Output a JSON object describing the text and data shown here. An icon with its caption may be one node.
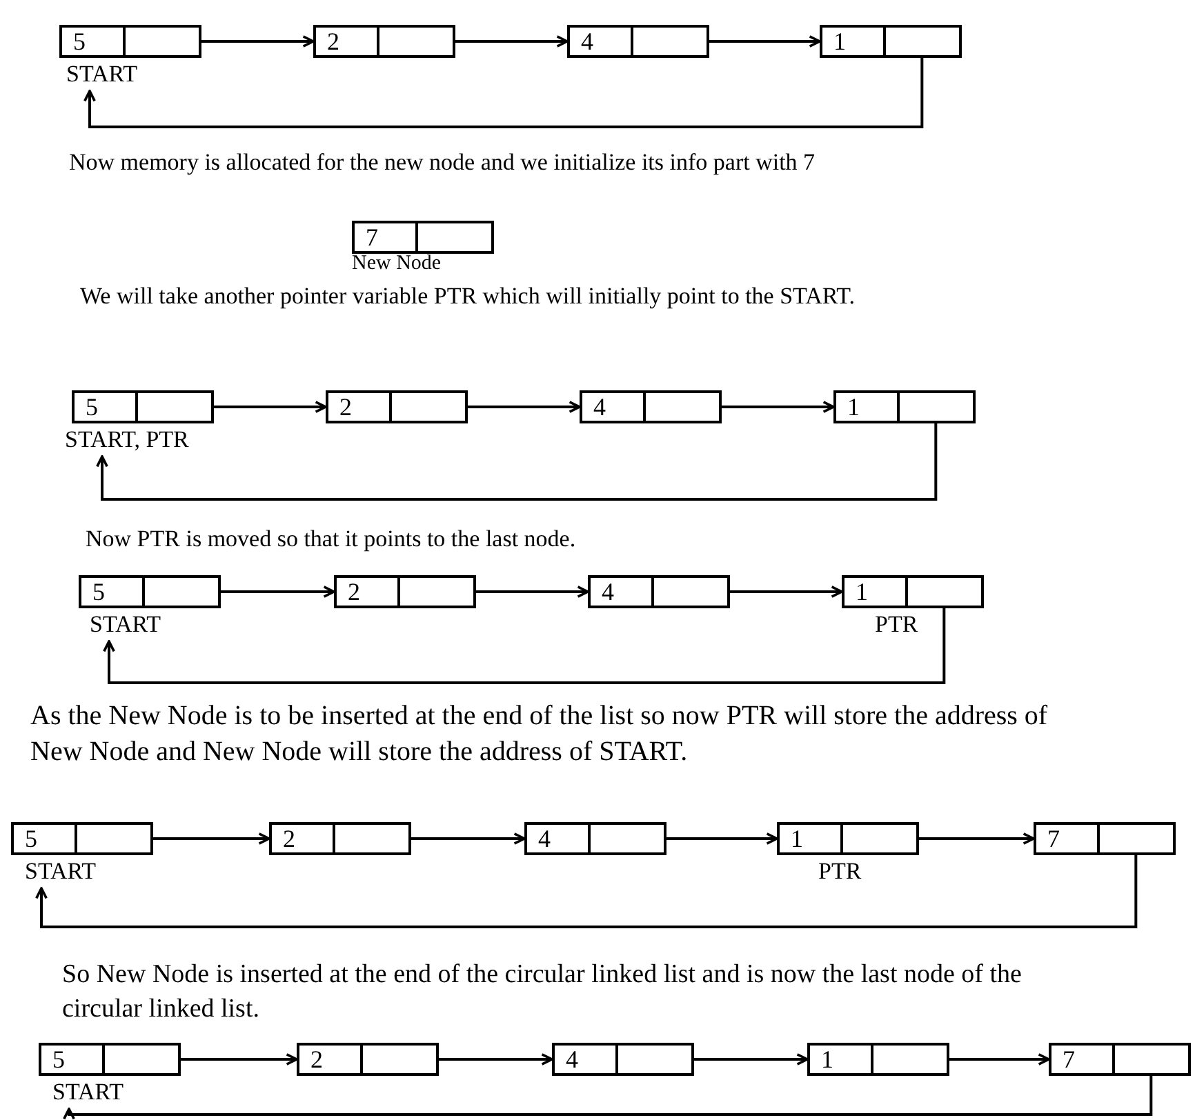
{
  "diagram": {
    "nodes": [
      {
        "text": [
          "5"
        ],
        "beside": [
          "START"
        ]
      },
      {
        "text": [
          "2"
        ]
      },
      {
        "text": [
          "4"
        ]
      },
      {
        "text": [
          "1"
        ]
      },
      {
        "text": [
          "7"
        ],
        "beside": [
          "New Node"
        ]
      },
      {
        "text": [
          "5"
        ],
        "beside": [
          "START, PTR"
        ]
      },
      {
        "text": [
          "2"
        ]
      },
      {
        "text": [
          "4"
        ]
      },
      {
        "text": [
          "1"
        ]
      },
      {
        "text": [
          "5"
        ],
        "beside": [
          "START"
        ]
      },
      {
        "text": [
          "2"
        ]
      },
      {
        "text": [
          "4"
        ]
      },
      {
        "text": [
          "1"
        ],
        "beside": [
          "PTR"
        ]
      },
      {
        "text": [
          "5"
        ],
        "beside": [
          "START"
        ]
      },
      {
        "text": [
          "2"
        ]
      },
      {
        "text": [
          "4"
        ]
      },
      {
        "text": [
          "1"
        ],
        "beside": [
          "PTR"
        ]
      },
      {
        "text": [
          "7"
        ]
      },
      {
        "text": [
          "5"
        ],
        "beside": [
          "START"
        ]
      },
      {
        "text": [
          "2"
        ]
      },
      {
        "text": [
          "4"
        ]
      },
      {
        "text": [
          "1"
        ]
      },
      {
        "text": [
          "7"
        ]
      }
    ],
    "edges": [
      {
        "from": 0,
        "to": 1,
        "arrow": "to"
      },
      {
        "from": 1,
        "to": 2,
        "arrow": "to"
      },
      {
        "from": 2,
        "to": 3,
        "arrow": "to"
      },
      {
        "from": 3,
        "to": 0,
        "arrow": "to"
      },
      {
        "from": 5,
        "to": 6,
        "arrow": "to"
      },
      {
        "from": 6,
        "to": 7,
        "arrow": "to"
      },
      {
        "from": 7,
        "to": 8,
        "arrow": "to"
      },
      {
        "from": 8,
        "to": 5,
        "arrow": "to"
      },
      {
        "from": 9,
        "to": 10,
        "arrow": "to"
      },
      {
        "from": 10,
        "to": 11,
        "arrow": "to"
      },
      {
        "from": 11,
        "to": 12,
        "arrow": "to"
      },
      {
        "from": 12,
        "to": 9,
        "arrow": "to"
      },
      {
        "from": 13,
        "to": 14,
        "arrow": "to"
      },
      {
        "from": 14,
        "to": 15,
        "arrow": "to"
      },
      {
        "from": 15,
        "to": 16,
        "arrow": "to"
      },
      {
        "from": 16,
        "to": 17,
        "arrow": "to"
      },
      {
        "from": 17,
        "to": 13,
        "arrow": "to"
      },
      {
        "from": 18,
        "to": 19,
        "arrow": "to"
      },
      {
        "from": 19,
        "to": 20,
        "arrow": "to"
      },
      {
        "from": 20,
        "to": 21,
        "arrow": "to"
      },
      {
        "from": 21,
        "to": 22,
        "arrow": "to"
      },
      {
        "from": 22,
        "to": 18,
        "arrow": "to"
      }
    ],
    "labels": [
      "Now memory is allocated for the new node and we initialize its info part with 7",
      "We will take another pointer variable PTR which will initially point to the START.",
      "Now PTR is moved so that it points to the last node.",
      "As the New Node is to be inserted at the end of the list so now PTR will store the address of New Node and New Node will store the address of START.",
      "So New Node is inserted at the end of the circular linked list and is now the last node of the circular linked list."
    ]
  }
}
